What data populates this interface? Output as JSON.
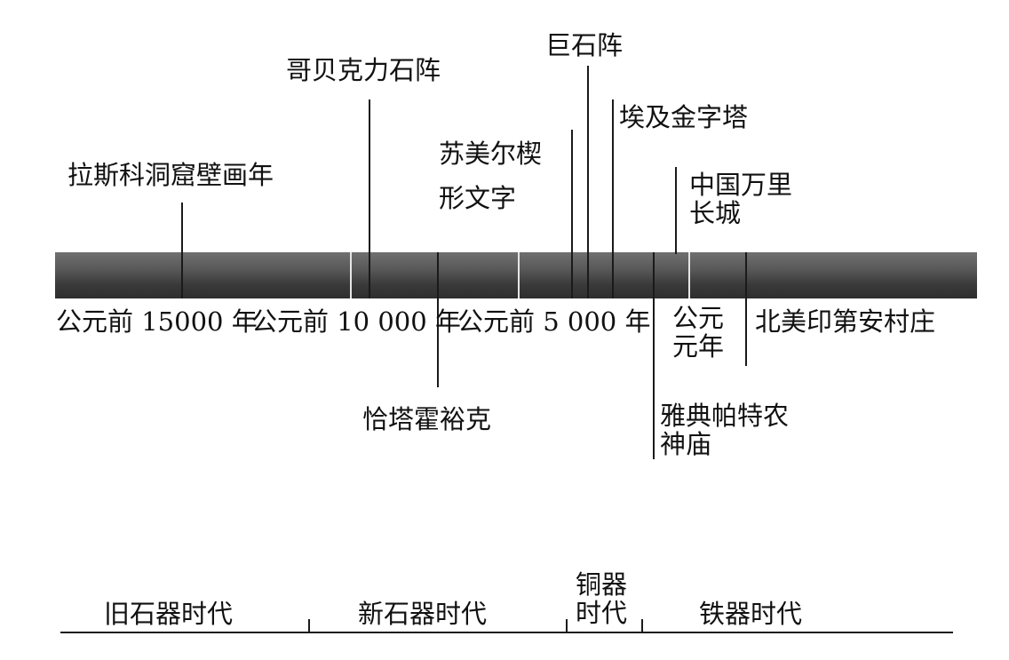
{
  "events_above": [
    {
      "id": "lascaux",
      "label": "拉斯科洞窟壁画年"
    },
    {
      "id": "gobekli",
      "label": "哥贝克力石阵"
    },
    {
      "id": "sumer",
      "label": "苏美尔楔\n形文字"
    },
    {
      "id": "stonehenge",
      "label": "巨石阵"
    },
    {
      "id": "pyramids",
      "label": "埃及金字塔"
    },
    {
      "id": "greatwall",
      "label": "中国万里\n长城"
    }
  ],
  "events_below": [
    {
      "id": "catalhoyuk",
      "label": "恰塔霍裕克"
    },
    {
      "id": "parthenon",
      "label": "雅典帕特农\n神庙"
    },
    {
      "id": "na_village",
      "label": "北美印第安村庄"
    }
  ],
  "axis_labels": {
    "bc15000": "公元前 15000 年",
    "bc10000": "公元前 10 000 年",
    "bc5000": "公元前 5 000 年",
    "ad1": "公元\n元年"
  },
  "eras": [
    {
      "id": "paleolithic",
      "label": "旧石器时代"
    },
    {
      "id": "neolithic",
      "label": "新石器时代"
    },
    {
      "id": "bronze",
      "label": "铜器\n时代"
    },
    {
      "id": "iron",
      "label": "铁器时代"
    }
  ],
  "colors": {
    "band": "#4a4a4a",
    "divider": "#e6e6e6",
    "line": "#1a1a1a"
  }
}
